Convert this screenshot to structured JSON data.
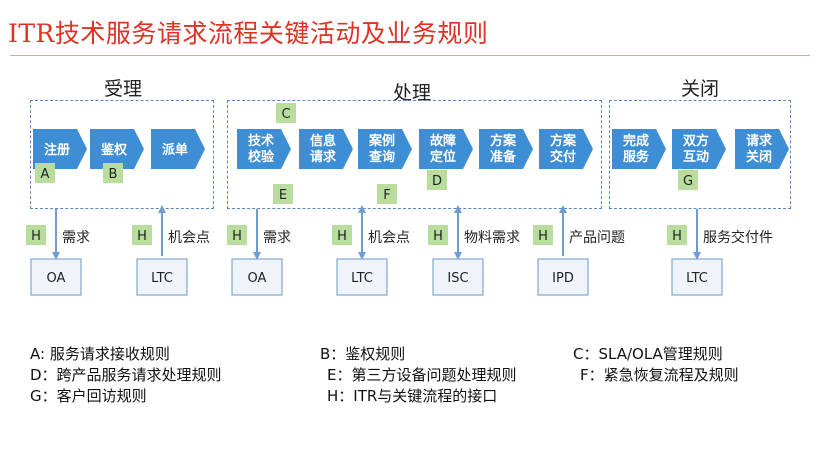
{
  "title": "ITR技术服务请求流程关键活动及业务规则",
  "phases": [
    {
      "label": "受理"
    },
    {
      "label": "处理"
    },
    {
      "label": "关闭"
    }
  ],
  "steps": [
    {
      "label": [
        "注册"
      ]
    },
    {
      "label": [
        "鉴权"
      ]
    },
    {
      "label": [
        "派单"
      ]
    },
    {
      "label": [
        "技术",
        "校验"
      ]
    },
    {
      "label": [
        "信息",
        "请求"
      ]
    },
    {
      "label": [
        "案例",
        "查询"
      ]
    },
    {
      "label": [
        "故障",
        "定位"
      ]
    },
    {
      "label": [
        "方案",
        "准备"
      ]
    },
    {
      "label": [
        "方案",
        "交付"
      ]
    },
    {
      "label": [
        "完成",
        "服务"
      ]
    },
    {
      "label": [
        "双方",
        "互动"
      ]
    },
    {
      "label": [
        "请求",
        "关闭"
      ]
    }
  ],
  "rule_tags": [
    {
      "letter": "A"
    },
    {
      "letter": "B"
    },
    {
      "letter": "C"
    },
    {
      "letter": "E"
    },
    {
      "letter": "F"
    },
    {
      "letter": "D"
    },
    {
      "letter": "G"
    }
  ],
  "interfaces": [
    {
      "tag": "H",
      "label": "需求",
      "system": "OA",
      "direction": "down"
    },
    {
      "tag": "H",
      "label": "机会点",
      "system": "LTC",
      "direction": "up"
    },
    {
      "tag": "H",
      "label": "需求",
      "system": "OA",
      "direction": "down"
    },
    {
      "tag": "H",
      "label": "机会点",
      "system": "LTC",
      "direction": "both"
    },
    {
      "tag": "H",
      "label": "物料需求",
      "system": "ISC",
      "direction": "both"
    },
    {
      "tag": "H",
      "label": "产品问题",
      "system": "IPD",
      "direction": "up"
    },
    {
      "tag": "H",
      "label": "服务交付件",
      "system": "LTC",
      "direction": "down"
    }
  ],
  "legend": [
    [
      "A: 服务请求接收规则",
      "B：鉴权规则",
      "C：SLA/OLA管理规则"
    ],
    [
      "D：跨产品服务请求处理规则",
      "E：第三方设备问题处理规则",
      "F：紧急恢复流程及规则"
    ],
    [
      "G：客户回访规则",
      "H：ITR与关键流程的接口",
      ""
    ]
  ],
  "colors": {
    "title": "#e03224",
    "step_fill": "#3d8ed4",
    "tag_fill": "#b9dd9c",
    "box_fill": "#eef4fa",
    "box_border": "#8aaed4",
    "dash": "#5b87bf",
    "arrow": "#6f9dd0"
  }
}
